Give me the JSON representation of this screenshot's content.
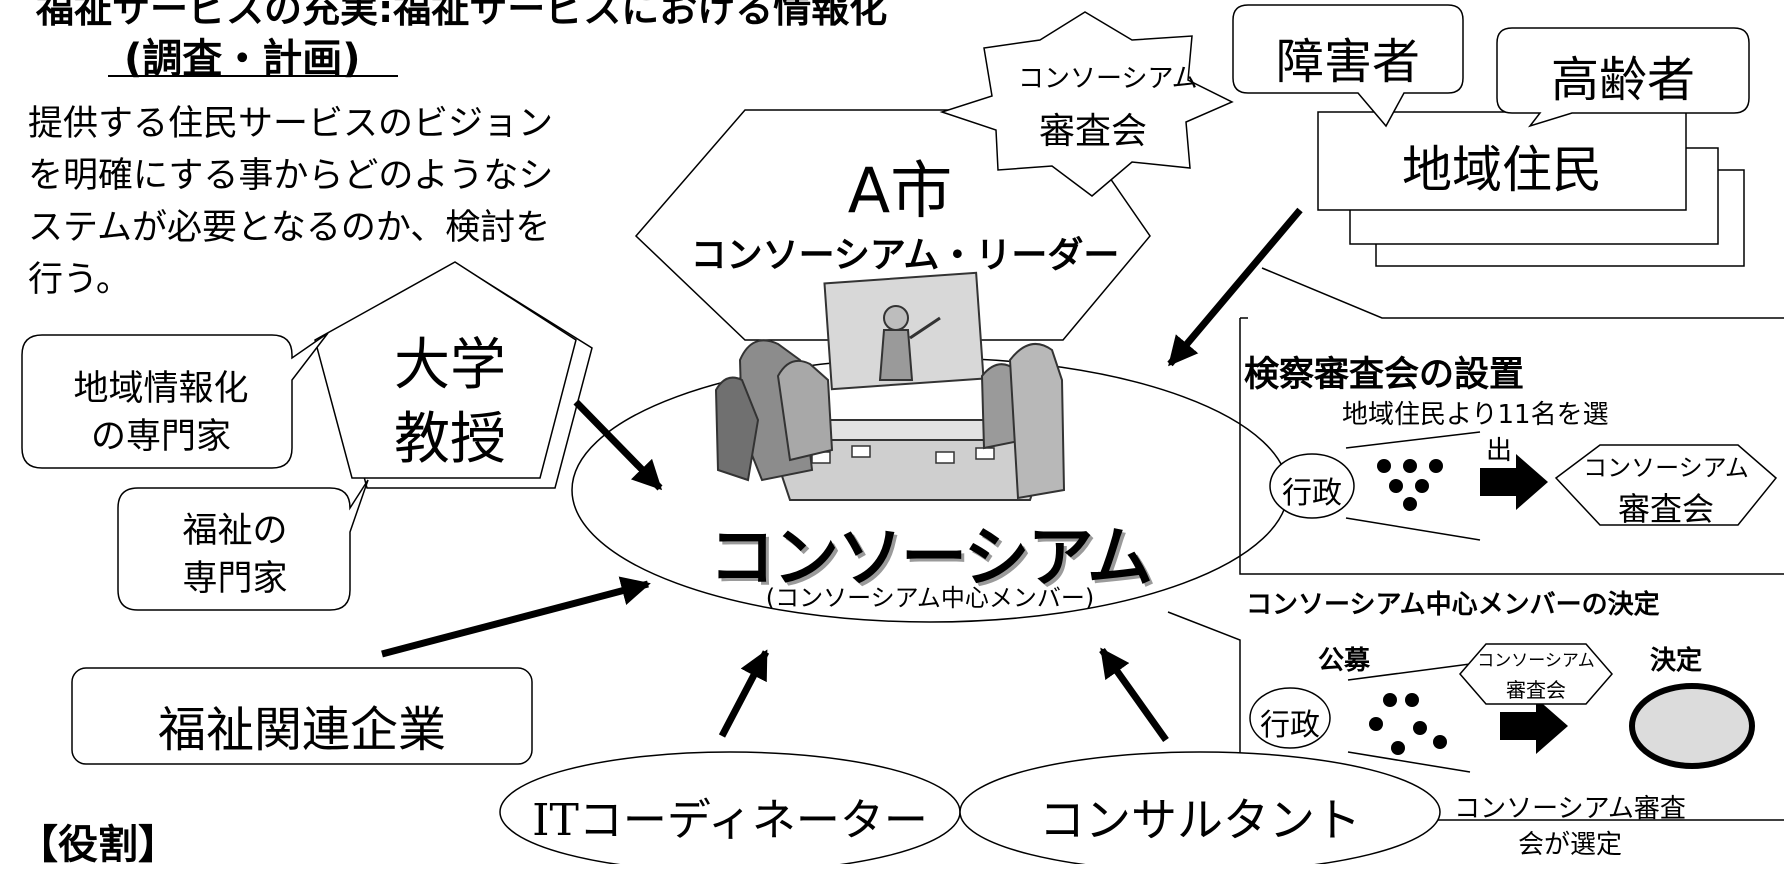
{
  "title": {
    "line1": "福祉サービスの充実:福祉サービスにおける情報化",
    "line2": "(調査・計画)"
  },
  "intro": {
    "lines": [
      "提供する住民サービスのビジョン",
      "を明確にする事からどのようなシ",
      "ステムが必要となるのか、検討を",
      "行う。"
    ]
  },
  "city": {
    "name": "A市",
    "role": "コンソーシアム・リーダー"
  },
  "residents": {
    "label": "地域住民",
    "callout_disabled": "障害者",
    "callout_elderly": "高齢者",
    "review_board_line1": "コンソーシアム",
    "review_board_line2": "審査会"
  },
  "professor": {
    "line1": "大学",
    "line2": "教授",
    "callout1_line1": "地域情報化",
    "callout1_line2": "の専門家",
    "callout2_line1": "福祉の",
    "callout2_line2": "専門家"
  },
  "consortium": {
    "name": "コンソーシアム",
    "sub": "(コンソーシアム中心メンバー)"
  },
  "welfare_company": "福祉関連企業",
  "it_coordinator": "ITコーディネーター",
  "consultant": "コンサルタント",
  "inspection_panel": {
    "title": "検察審査会の設置",
    "select_line1": "地域住民より11名を選",
    "select_line2": "出",
    "admin": "行政",
    "board_line1": "コンソーシアム",
    "board_line2": "審査会"
  },
  "member_decision": {
    "title": "コンソーシアム中心メンバーの決定",
    "recruit": "公募",
    "decide": "決定",
    "admin": "行政",
    "board_line1": "コンソーシアム",
    "board_line2": "審査会",
    "note_line1": "コンソーシアム審査",
    "note_line2": "会が選定"
  },
  "roles_heading": "【役割】"
}
